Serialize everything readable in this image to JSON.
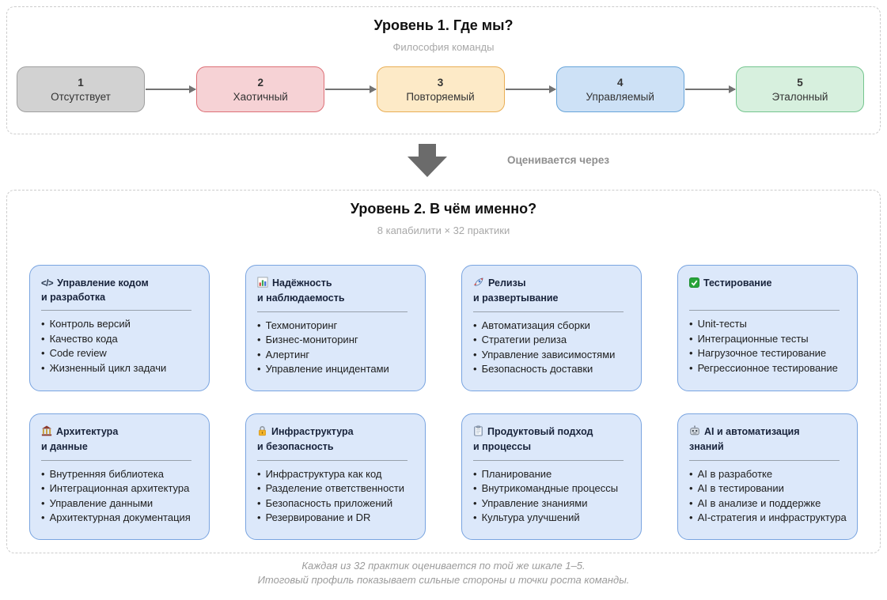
{
  "section1": {
    "title": "Уровень 1. Где мы?",
    "subtitle": "Философия команды",
    "levels": [
      {
        "number": "1",
        "label": "Отсутствует",
        "bg": "#d2d2d2",
        "border": "#9f9f9f"
      },
      {
        "number": "2",
        "label": "Хаотичный",
        "bg": "#f6d2d5",
        "border": "#dd7077"
      },
      {
        "number": "3",
        "label": "Повторяемый",
        "bg": "#fdeac7",
        "border": "#e9ae55"
      },
      {
        "number": "4",
        "label": "Управляемый",
        "bg": "#cde1f6",
        "border": "#67a4d9"
      },
      {
        "number": "5",
        "label": "Эталонный",
        "bg": "#d7f0de",
        "border": "#74c58e"
      }
    ]
  },
  "connector": {
    "label": "Оценивается через"
  },
  "section2": {
    "title": "Уровень 2. В чём именно?",
    "subtitle": "8 капабилити × 32 практики",
    "cards": [
      {
        "icon": "code-icon",
        "icon_glyph": "</>",
        "title1": "Управление кодом",
        "title2": "и разработка",
        "items": [
          "Контроль версий",
          "Качество кода",
          "Code review",
          "Жизненный цикл задачи"
        ]
      },
      {
        "icon": "bar-chart-icon",
        "title1": "Надёжность",
        "title2": "и наблюдаемость",
        "items": [
          "Техмониторинг",
          "Бизнес-мониторинг",
          "Алертинг",
          "Управление инцидентами"
        ]
      },
      {
        "icon": "rocket-icon",
        "title1": "Релизы",
        "title2": "и развертывание",
        "items": [
          "Автоматизация сборки",
          "Стратегии релиза",
          "Управление зависимостями",
          "Безопасность доставки"
        ]
      },
      {
        "icon": "check-icon",
        "title1": "Тестирование",
        "title2": "",
        "items": [
          "Unit-тесты",
          "Интеграционные тесты",
          "Нагрузочное тестирование",
          "Регрессионное тестирование"
        ]
      },
      {
        "icon": "building-icon",
        "title1": "Архитектура",
        "title2": "и данные",
        "items": [
          "Внутренняя библиотека",
          "Интеграционная архитектура",
          "Управление данными",
          "Архитектурная документация"
        ]
      },
      {
        "icon": "lock-icon",
        "title1": "Инфраструктура",
        "title2": "и безопасность",
        "items": [
          "Инфраструктура как код",
          "Разделение ответственности",
          "Безопасность приложений",
          "Резервирование и DR"
        ]
      },
      {
        "icon": "clipboard-icon",
        "title1": "Продуктовый подход",
        "title2": "и процессы",
        "items": [
          "Планирование",
          "Внутрикомандные процессы",
          "Управление знаниями",
          "Культура улучшений"
        ]
      },
      {
        "icon": "robot-icon",
        "title1": "AI и автоматизация",
        "title2": "знаний",
        "items": [
          "AI в разработке",
          "AI в тестировании",
          "AI в анализе и поддержке",
          "AI-стратегия и инфраструктура"
        ]
      }
    ]
  },
  "footer": {
    "line1": "Каждая из 32 практик оценивается по той же шкале 1–5.",
    "line2": "Итоговый профиль показывает сильные стороны и точки роста команды."
  },
  "colors": {
    "card_bg": "#dce8fa",
    "card_border": "#79a4e0",
    "arrow": "#737373",
    "big_arrow": "#6b6b6b",
    "panel_border": "#cccccc"
  }
}
